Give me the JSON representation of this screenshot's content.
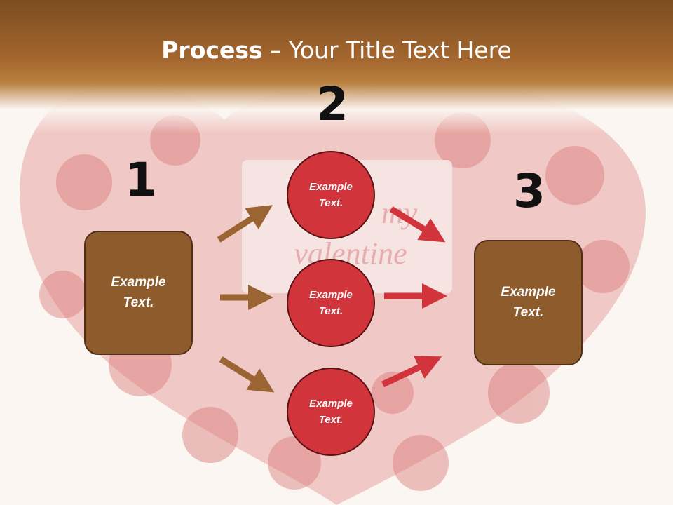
{
  "title": {
    "bold": "Process",
    "rest": " – Your Title Text Here"
  },
  "steps": [
    {
      "number": "1",
      "label": "Example\nText."
    },
    {
      "number": "2",
      "label": "Example\nText."
    },
    {
      "number": "3",
      "label": "Example\nText."
    }
  ],
  "circles": [
    {
      "label": "Example\nText."
    },
    {
      "label": "Example\nText."
    },
    {
      "label": "Example\nText."
    }
  ],
  "background_card_text": "my\nvalentine",
  "colors": {
    "title_bar": "#a5672f",
    "box_fill": "#8e5b2c",
    "circle_fill": "#d1343a",
    "arrow_in": "#9a6532",
    "arrow_out": "#d1343a"
  }
}
